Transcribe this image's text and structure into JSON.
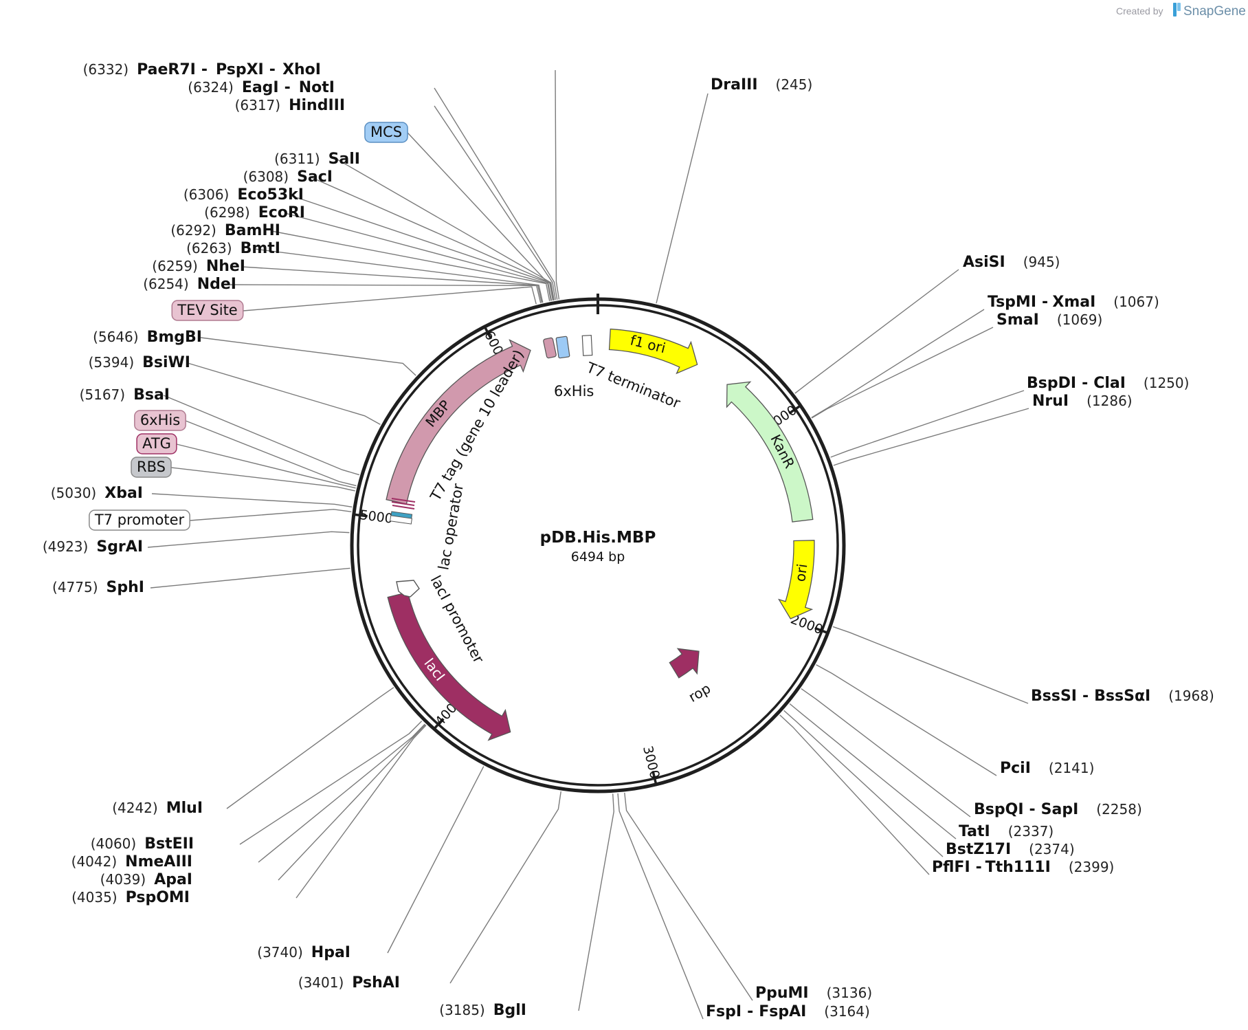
{
  "plasmid": {
    "name": "pDB.His.MBP",
    "size": "6494 bp",
    "length": 6494
  },
  "credit": {
    "prefix": "Created by",
    "brand": "SnapGene"
  },
  "colors": {
    "backbone": "#1f1f1f",
    "leader": "#7a7a7a",
    "f1_ori": "#ffff00",
    "kanr": "#ccf7c8",
    "ori": "#ffff00",
    "mbp": "#d199ad",
    "laci": "#9e2f63",
    "rop": "#9e2f63",
    "mcs_box": "#a2cdf5",
    "pink_box": "#e8c3d1",
    "rbs_box": "#c6c8cc"
  },
  "tick_labels": [
    {
      "pos": 1000,
      "text": "1000"
    },
    {
      "pos": 2000,
      "text": "2000"
    },
    {
      "pos": 3000,
      "text": "3000"
    },
    {
      "pos": 4000,
      "text": "4000"
    },
    {
      "pos": 5000,
      "text": "5000"
    },
    {
      "pos": 6000,
      "text": "6000"
    }
  ],
  "enzymes_left": [
    {
      "pos": "(6332)",
      "names": [
        "PaeR7I",
        "PspXI",
        "XhoI"
      ],
      "site": 6332
    },
    {
      "pos": "(6324)",
      "names": [
        "EagI",
        "NotI"
      ],
      "site": 6324
    },
    {
      "pos": "(6317)",
      "names": [
        "HindIII"
      ],
      "site": 6317
    },
    {
      "pos": "(6311)",
      "names": [
        "SalI"
      ],
      "site": 6311
    },
    {
      "pos": "(6308)",
      "names": [
        "SacI"
      ],
      "site": 6308
    },
    {
      "pos": "(6306)",
      "names": [
        "Eco53kI"
      ],
      "site": 6306
    },
    {
      "pos": "(6298)",
      "names": [
        "EcoRI"
      ],
      "site": 6298
    },
    {
      "pos": "(6292)",
      "names": [
        "BamHI"
      ],
      "site": 6292
    },
    {
      "pos": "(6263)",
      "names": [
        "BmtI"
      ],
      "site": 6263
    },
    {
      "pos": "(6259)",
      "names": [
        "NheI"
      ],
      "site": 6259
    },
    {
      "pos": "(6254)",
      "names": [
        "NdeI"
      ],
      "site": 6254
    },
    {
      "pos": "(5646)",
      "names": [
        "BmgBI"
      ],
      "site": 5646
    },
    {
      "pos": "(5394)",
      "names": [
        "BsiWI"
      ],
      "site": 5394
    },
    {
      "pos": "(5167)",
      "names": [
        "BsaI"
      ],
      "site": 5167
    },
    {
      "pos": "(5030)",
      "names": [
        "XbaI"
      ],
      "site": 5030
    },
    {
      "pos": "(4923)",
      "names": [
        "SgrAI"
      ],
      "site": 4923
    },
    {
      "pos": "(4775)",
      "names": [
        "SphI"
      ],
      "site": 4775
    },
    {
      "pos": "(4242)",
      "names": [
        "MluI"
      ],
      "site": 4242
    },
    {
      "pos": "(4060)",
      "names": [
        "BstEII"
      ],
      "site": 4060
    },
    {
      "pos": "(4042)",
      "names": [
        "NmeAIII"
      ],
      "site": 4042
    },
    {
      "pos": "(4039)",
      "names": [
        "ApaI"
      ],
      "site": 4039
    },
    {
      "pos": "(4035)",
      "names": [
        "PspOMI"
      ],
      "site": 4035
    },
    {
      "pos": "(3740)",
      "names": [
        "HpaI"
      ],
      "site": 3740
    },
    {
      "pos": "(3401)",
      "names": [
        "PshAI"
      ],
      "site": 3401
    },
    {
      "pos": "(3185)",
      "names": [
        "BglI"
      ],
      "site": 3185
    }
  ],
  "enzymes_right": [
    {
      "pos": "(245)",
      "names": [
        "DraIII"
      ],
      "site": 245
    },
    {
      "pos": "(945)",
      "names": [
        "AsiSI"
      ],
      "site": 945
    },
    {
      "pos": "(1067)",
      "names": [
        "TspMI",
        "XmaI"
      ],
      "site": 1067
    },
    {
      "pos": "(1069)",
      "names": [
        "SmaI"
      ],
      "site": 1069
    },
    {
      "pos": "(1250)",
      "names": [
        "BspDI",
        "ClaI"
      ],
      "site": 1250
    },
    {
      "pos": "(1286)",
      "names": [
        "NruI"
      ],
      "site": 1286
    },
    {
      "pos": "(1968)",
      "names": [
        "BssSI",
        "BssSαI"
      ],
      "site": 1968
    },
    {
      "pos": "(2141)",
      "names": [
        "PciI"
      ],
      "site": 2141
    },
    {
      "pos": "(2258)",
      "names": [
        "BspQI",
        "SapI"
      ],
      "site": 2258
    },
    {
      "pos": "(2337)",
      "names": [
        "TatI"
      ],
      "site": 2337
    },
    {
      "pos": "(2374)",
      "names": [
        "BstZ17I"
      ],
      "site": 2374
    },
    {
      "pos": "(2399)",
      "names": [
        "PflFI",
        "Tth111I"
      ],
      "site": 2399
    },
    {
      "pos": "(3136)",
      "names": [
        "PpuMI"
      ],
      "site": 3136
    },
    {
      "pos": "(3164)",
      "names": [
        "FspI",
        "FspAI"
      ],
      "site": 3164
    }
  ],
  "feature_boxes": [
    {
      "text": "MCS",
      "style": "mcs",
      "site": 6300
    },
    {
      "text": "TEV Site",
      "style": "pink",
      "site": 6235
    },
    {
      "text": "6xHis",
      "style": "pink",
      "site": 5120
    },
    {
      "text": "ATG",
      "style": "pinkdark",
      "site": 5110
    },
    {
      "text": "RBS",
      "style": "gray",
      "site": 5098
    },
    {
      "text": "T7 promoter",
      "style": "white",
      "site": 5010
    }
  ],
  "features": [
    {
      "name": "f1 ori",
      "start": 60,
      "end": 520
    },
    {
      "name": "KanR",
      "start": 1500,
      "end": 700
    },
    {
      "name": "ori",
      "start": 1600,
      "end": 2000
    },
    {
      "name": "MBP",
      "start": 5090,
      "end": 6150
    },
    {
      "name": "lacI",
      "start": 4620,
      "end": 3700
    },
    {
      "name": "rop",
      "start": 2680,
      "end": 2460
    }
  ],
  "feature_labels": {
    "t7_tag": "T7 tag (gene 10 leader)",
    "sixhis": "6xHis",
    "t7_terminator": "T7 terminator",
    "lac_operator": "lac operator",
    "laci_promoter": "lacI promoter"
  }
}
